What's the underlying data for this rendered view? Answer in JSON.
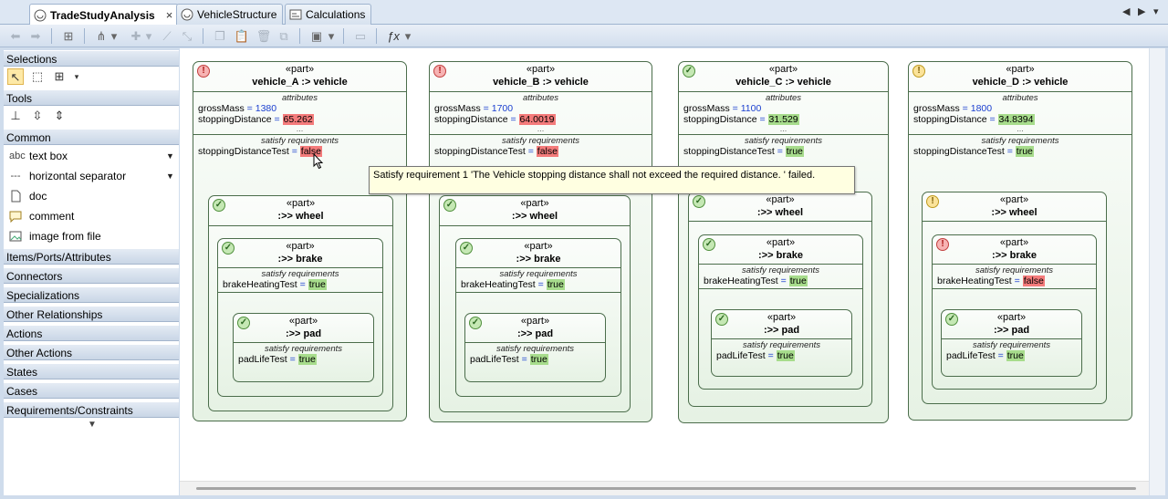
{
  "tabs": [
    {
      "label": "TradeStudyAnalysis",
      "active": true,
      "close": "×"
    },
    {
      "label": "VehicleStructure",
      "active": false
    },
    {
      "label": "Calculations",
      "active": false
    }
  ],
  "tab_nav": {
    "prev": "◀",
    "next": "▶",
    "menu": "▾"
  },
  "palette": {
    "sections": [
      "Selections",
      "Tools",
      "Common",
      "Items/Ports/Attributes",
      "Connectors",
      "Specializations",
      "Other Relationships",
      "Actions",
      "Other Actions",
      "States",
      "Cases",
      "Requirements/Constraints"
    ],
    "common_items": [
      {
        "label": "text box",
        "icon": "abc"
      },
      {
        "label": "horizontal separator",
        "icon": "---"
      },
      {
        "label": "doc",
        "icon": "doc-icon"
      },
      {
        "label": "comment",
        "icon": "comment-icon"
      },
      {
        "label": "image from file",
        "icon": "image-icon"
      }
    ],
    "more_icon": "▼"
  },
  "labels": {
    "stereotype": "«part»",
    "attributes": "attributes",
    "satisfy": "satisfy requirements",
    "ellipsis": "...",
    "eq": " = ",
    "gross_mass": "grossMass",
    "stopping_distance": "stoppingDistance",
    "stopping_distance_test": "stoppingDistanceTest",
    "brake_heating_test": "brakeHeatingTest",
    "pad_life_test": "padLifeTest",
    "wheel": ":>> wheel",
    "brake": ":>> brake",
    "pad": ":>> pad"
  },
  "vehicles": [
    {
      "name": "vehicle_A :> vehicle",
      "status": "error",
      "gross_mass": "1380",
      "stopping_distance": "65.262",
      "stopping_ok": false,
      "stopping_test": "false",
      "wheel_status": "ok",
      "brake_status": "ok",
      "brake_test": "true",
      "pad_status": "ok",
      "pad_test": "true"
    },
    {
      "name": "vehicle_B :> vehicle",
      "status": "error",
      "gross_mass": "1700",
      "stopping_distance": "64.0019",
      "stopping_ok": false,
      "stopping_test": "false",
      "wheel_status": "ok",
      "brake_status": "ok",
      "brake_test": "true",
      "pad_status": "ok",
      "pad_test": "true"
    },
    {
      "name": "vehicle_C :> vehicle",
      "status": "ok",
      "gross_mass": "1100",
      "stopping_distance": "31.529",
      "stopping_ok": true,
      "stopping_test": "true",
      "wheel_status": "ok",
      "brake_status": "ok",
      "brake_test": "true",
      "pad_status": "ok",
      "pad_test": "true"
    },
    {
      "name": "vehicle_D :> vehicle",
      "status": "warning",
      "gross_mass": "1800",
      "stopping_distance": "34.8394",
      "stopping_ok": true,
      "stopping_test": "true",
      "wheel_status": "warning",
      "brake_status": "error",
      "brake_test": "false",
      "pad_status": "ok",
      "pad_test": "true"
    }
  ],
  "tooltip": "Satisfy requirement 1 'The Vehicle stopping distance shall not exceed the required distance. ' failed.",
  "colors": {
    "ok": "#a7dc8c",
    "fail": "#f47b7b",
    "value_blue": "#1a3fcf",
    "border_green": "#4b6d4b"
  }
}
